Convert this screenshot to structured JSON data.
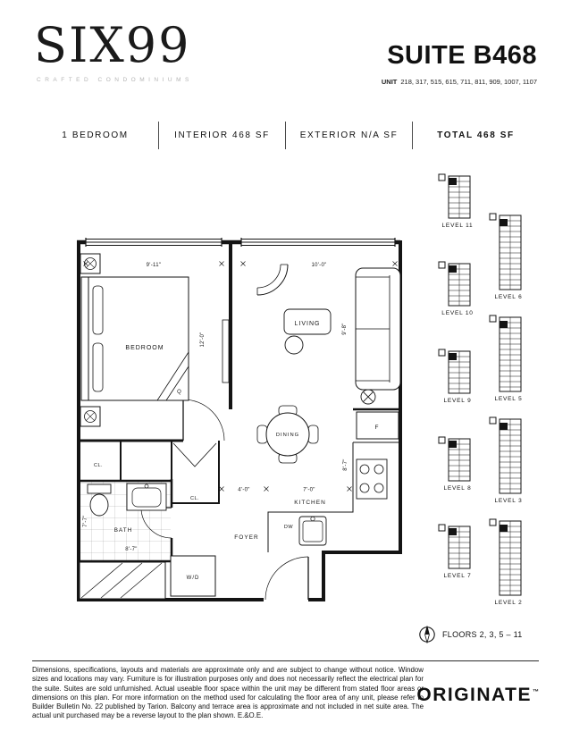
{
  "colors": {
    "ink": "#141414",
    "tagline_gray": "#b5b5b5"
  },
  "header": {
    "logo_text": "SIX99",
    "tagline": "CRAFTED CONDOMINIUMS",
    "suite_title": "SUITE B468",
    "unit_label": "UNIT",
    "unit_numbers": "218, 317, 515, 615, 711, 811, 909, 1007, 1107"
  },
  "info_bar": {
    "items": [
      "1 BEDROOM",
      "INTERIOR 468 SF",
      "EXTERIOR N/A SF",
      "TOTAL 468 SF"
    ]
  },
  "plan": {
    "rooms": {
      "bedroom": "BEDROOM",
      "living": "LIVING",
      "dining": "DINING",
      "kitchen": "KITCHEN",
      "bath": "BATH",
      "foyer": "FOYER",
      "laundry": "W/D",
      "closet": "CL.",
      "fridge": "F",
      "dishwasher": "DW",
      "bed_size": "Q"
    },
    "dims": {
      "bedroom_width": "9'-11\"",
      "bedroom_depth": "12'-0\"",
      "living_width": "10'-0\"",
      "living_depth": "9'-8\"",
      "kitchen_width": "7'-0\"",
      "kitchen_depth": "8'-7\"",
      "bath_width": "8'-7\"",
      "bath_depth": "7'-7\"",
      "foyer_width": "4'-0\""
    }
  },
  "key_plans": {
    "left_column": [
      {
        "label": "LEVEL 11"
      },
      {
        "label": "LEVEL 10"
      },
      {
        "label": "LEVEL 9"
      },
      {
        "label": "LEVEL 8"
      },
      {
        "label": "LEVEL 7"
      }
    ],
    "right_column": [
      {
        "label": "LEVEL 6"
      },
      {
        "label": "LEVEL 5"
      },
      {
        "label": "LEVEL 3"
      },
      {
        "label": "LEVEL 2"
      }
    ],
    "floors_note": "FLOORS 2, 3, 5 – 11"
  },
  "footer": {
    "disclaimer": "Dimensions, specifications, layouts and materials are approximate only and are subject to change without notice. Window sizes and locations may vary. Furniture is for illustration purposes only and does not necessarily reflect the electrical plan for the suite. Suites are sold unfurnished. Actual useable floor space within the unit may be different from stated floor areas or dimensions on this plan. For more information on the method used for calculating the floor area of any unit, please refer to Builder Bulletin No. 22 published by Tarion. Balcony and terrace area is approximate and not included in net suite area. The actual unit purchased may be a reverse layout to the plan shown. E.&O.E.",
    "brand": "ORIGINATE",
    "trademark": "™"
  }
}
